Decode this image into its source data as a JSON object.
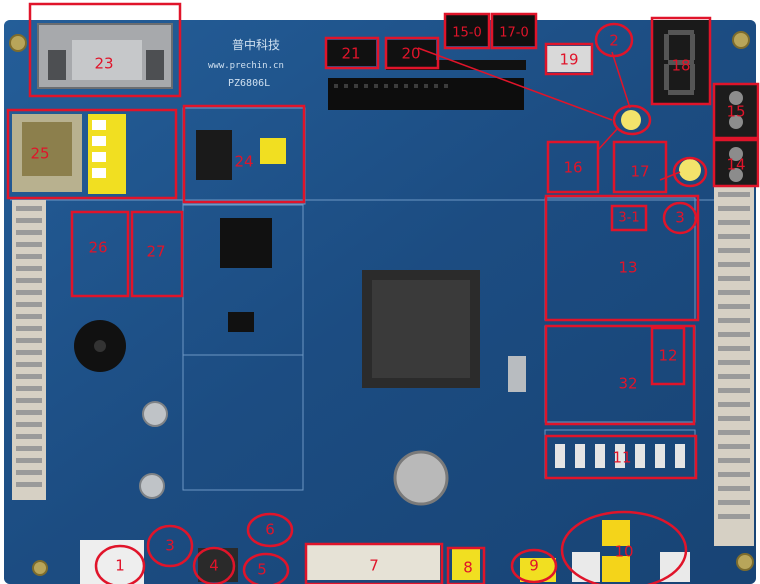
{
  "board": {
    "brand_text": "普中科技",
    "url_text": "www.prechin.cn",
    "model_text": "PZ6806L"
  },
  "callouts": {
    "c1": "1",
    "c2": "2",
    "c3a": "3",
    "c3b": "3",
    "c4": "4",
    "c5": "5",
    "c6": "6",
    "c7": "7",
    "c8": "8",
    "c9": "9",
    "c10": "10",
    "c11": "11",
    "c12": "12",
    "c13": "13",
    "c14": "14",
    "c15": "15",
    "c16": "16",
    "c17": "17",
    "c18": "18",
    "c19": "19",
    "c20": "20",
    "c21": "21",
    "c23": "23",
    "c24": "24",
    "c25": "25",
    "c26": "26",
    "c27": "27",
    "c30": "3-1",
    "c31": "15-0",
    "c32": "17-0",
    "c33": "32"
  },
  "colors": {
    "pcb": "#1d4f86",
    "pcb_dark": "#143a66",
    "annotation": "#e0142a",
    "silkscreen": "#cfe0f0"
  }
}
